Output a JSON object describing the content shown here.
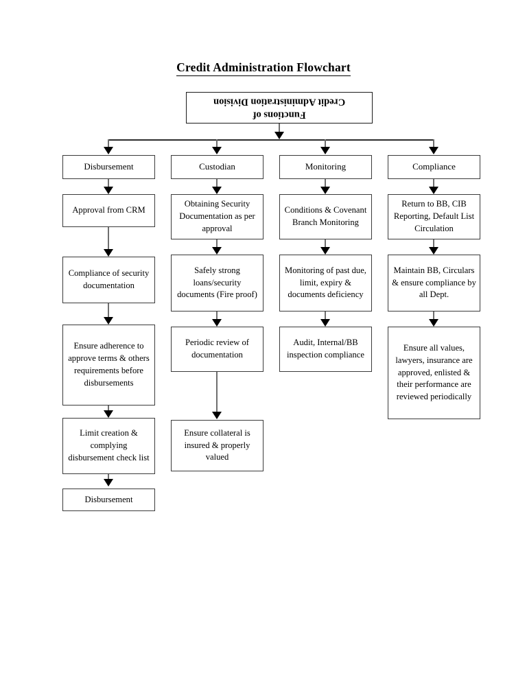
{
  "title": "Credit Administration Flowchart",
  "root": {
    "label": "Functions of\nCredit Administration Division",
    "line1": "Functions of",
    "line2": "Credit Administration Division",
    "orientation": "rotated-180"
  },
  "columns": [
    {
      "key": "disbursement",
      "header": "Disbursement",
      "steps": [
        "Approval from CRM",
        "Compliance of security documentation",
        "Ensure adherence to approve terms & others requirements before disbursements",
        "Limit creation & complying disbursement check list",
        "Disbursement"
      ]
    },
    {
      "key": "custodian",
      "header": "Custodian",
      "steps": [
        "Obtaining Security Documentation as per approval",
        "Safely strong loans/security documents (Fire proof)",
        "Periodic review of documentation",
        "Ensure collateral is insured & properly valued"
      ]
    },
    {
      "key": "monitoring",
      "header": "Monitoring",
      "steps": [
        "Conditions & Covenant Branch Monitoring",
        "Monitoring of past due, limit, expiry & documents deficiency",
        "Audit, Internal/BB inspection compliance"
      ]
    },
    {
      "key": "compliance",
      "header": "Compliance",
      "steps": [
        "Return to BB, CIB Reporting, Default List Circulation",
        "Maintain BB, Circulars & ensure compliance by all Dept.",
        "Ensure all values, lawyers, insurance are approved, enlisted & their performance are reviewed periodically"
      ]
    }
  ],
  "colors": {
    "background": "#ffffff",
    "text": "#000000",
    "box_border": "#3a3a3a",
    "connector": "#6e6e6e",
    "arrow": "#000000"
  }
}
